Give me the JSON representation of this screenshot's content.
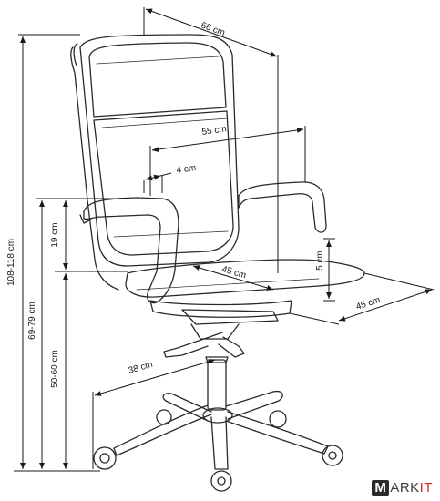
{
  "dimensions": {
    "depth_total": "66 cm",
    "back_width": "55 cm",
    "arm_width": "4 cm",
    "arm_height": "19 cm",
    "total_height": "108-118 cm",
    "arm_floor_height": "69-79 cm",
    "seat_height": "50-60 cm",
    "seat_depth": "45 cm",
    "seat_thickness": "5 cm",
    "seat_width": "45 cm",
    "base_radius": "38 cm"
  },
  "logo": {
    "m": "M",
    "rest": "ARK",
    "end": "IT"
  },
  "colors": {
    "line": "#1a1a1a",
    "chair": "#2a2a2a",
    "logo_accent": "#e0261f"
  }
}
